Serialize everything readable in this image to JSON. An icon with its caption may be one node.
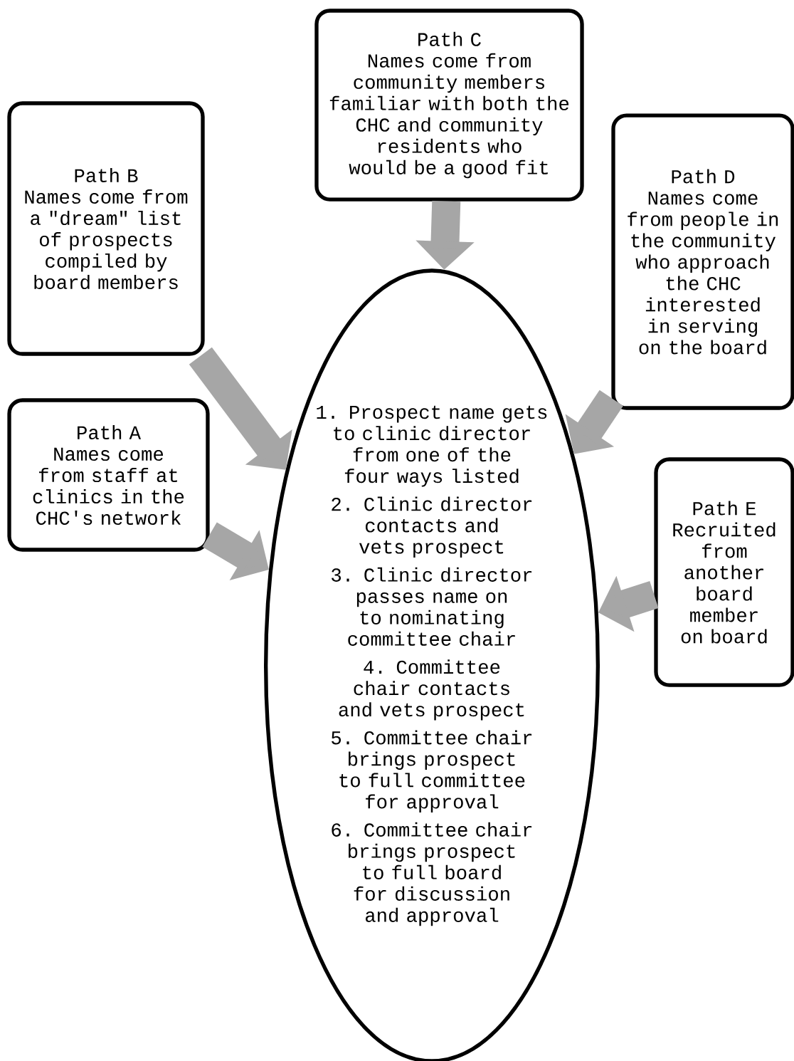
{
  "diagram": {
    "nodes": [
      {
        "text": [
          "Path C",
          "Names come from community members familiar with both the CHC and community residents who would be a good fit"
        ]
      },
      {
        "text": [
          "Path B",
          "Names come from a \"dream\" list of prospects compiled by board members"
        ]
      },
      {
        "text": [
          "Path D",
          "Names come from people in the community who approach the CHC interested in serving on the board"
        ]
      },
      {
        "text": [
          "Path A",
          "Names come from staff at clinics in the CHC's network"
        ]
      },
      {
        "text": [
          "Path E",
          "Recruited from another board member on board"
        ]
      },
      {
        "text": [
          "1. Prospect name gets to clinic director from one of the four ways listed",
          "2. Clinic director contacts and vets prospect",
          "3. Clinic director passes name on to nominating committee chair",
          "4. Committee chair contacts and vets prospect",
          "5. Committee chair brings prospect to full committee for approval",
          "6. Committee chair brings prospect to full board for discussion and approval"
        ]
      }
    ],
    "edges": [
      {
        "from": 0,
        "to": 5,
        "arrow": "to"
      },
      {
        "from": 1,
        "to": 5,
        "arrow": "to"
      },
      {
        "from": 2,
        "to": 5,
        "arrow": "to"
      },
      {
        "from": 3,
        "to": 5,
        "arrow": "to"
      },
      {
        "from": 4,
        "to": 5,
        "arrow": "to"
      }
    ]
  }
}
